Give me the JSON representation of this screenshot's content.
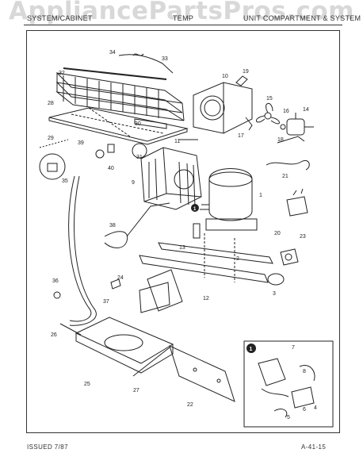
{
  "watermark": "AppliancePartsPros.com",
  "header": {
    "left": "SYSTEM/CABINET",
    "center": "TEMP",
    "right": "UNIT COMPARTMENT & SYSTEM"
  },
  "footer": {
    "issued": "ISSUED 7/87",
    "page_code": "A-41-15"
  },
  "callouts": {
    "c1": "1",
    "c2": "2",
    "c3": "3",
    "c4": "4",
    "c5": "5",
    "c6": "6",
    "c7": "7",
    "c8": "8",
    "c9": "9",
    "c10": "10",
    "c11": "11",
    "c12": "12",
    "c13": "13",
    "c14": "14",
    "c15": "15",
    "c16": "16",
    "c17": "17",
    "c18": "18",
    "c19": "19",
    "c20": "20",
    "c21": "21",
    "c22": "22",
    "c23": "23",
    "c24": "24",
    "c25": "25",
    "c26": "26",
    "c27": "27",
    "c28": "28",
    "c29": "29",
    "c30": "30",
    "c31": "31",
    "c32": "32",
    "c33": "33",
    "c34": "34",
    "c35": "35",
    "c36": "36",
    "c37": "37",
    "c38": "38",
    "c39": "39",
    "c40": "40"
  },
  "inset_marker": "1",
  "detail_marker": "1"
}
